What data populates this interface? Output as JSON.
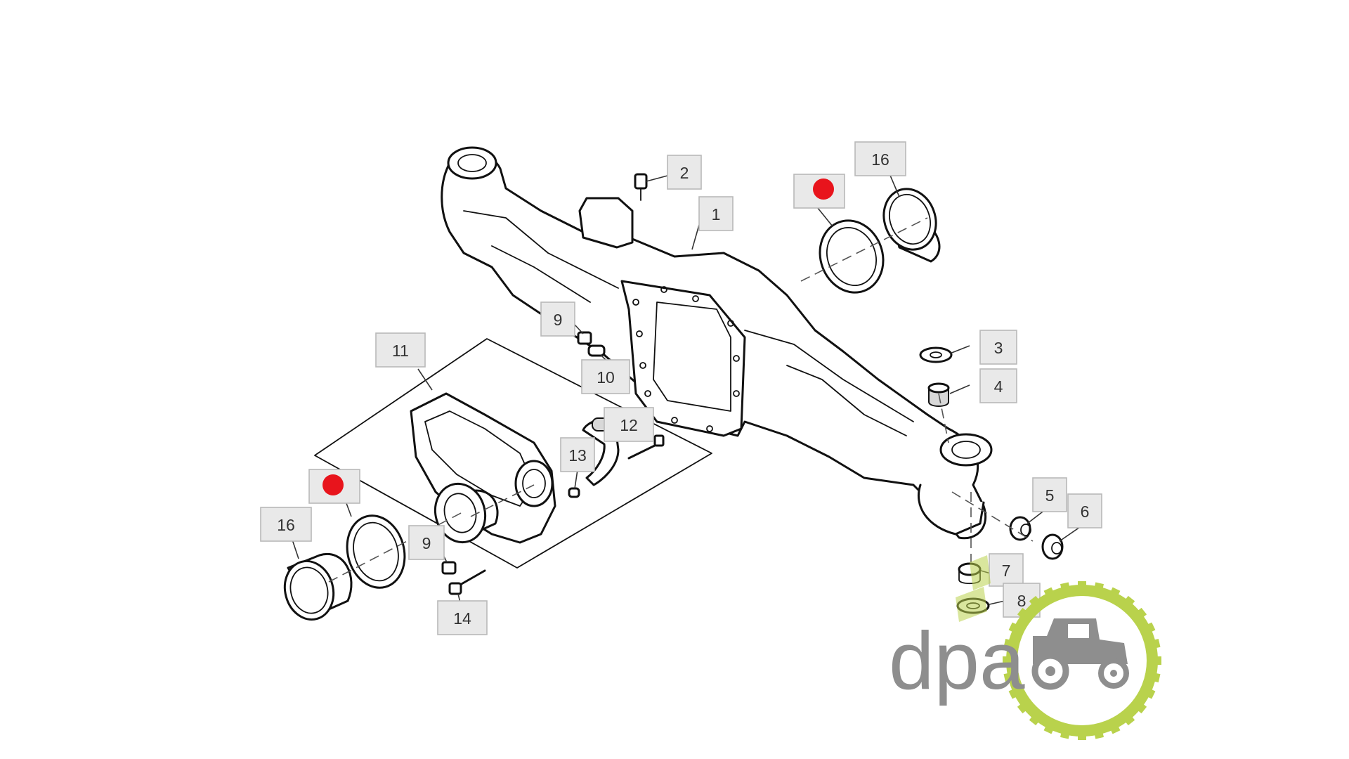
{
  "diagram": {
    "callouts": [
      {
        "id": "c1",
        "label": "1"
      },
      {
        "id": "c2",
        "label": "2"
      },
      {
        "id": "c3",
        "label": "3"
      },
      {
        "id": "c4",
        "label": "4"
      },
      {
        "id": "c5",
        "label": "5"
      },
      {
        "id": "c6",
        "label": "6"
      },
      {
        "id": "c7",
        "label": "7"
      },
      {
        "id": "c8",
        "label": "8"
      },
      {
        "id": "c9a",
        "label": "9"
      },
      {
        "id": "c9b",
        "label": "9"
      },
      {
        "id": "c10",
        "label": "10"
      },
      {
        "id": "c11",
        "label": "11"
      },
      {
        "id": "c12",
        "label": "12"
      },
      {
        "id": "c13",
        "label": "13"
      },
      {
        "id": "c14",
        "label": "14"
      },
      {
        "id": "c16a",
        "label": "16"
      },
      {
        "id": "c16b",
        "label": "16"
      }
    ],
    "highlight_marker_color": "#e8141c"
  },
  "logo": {
    "text": "dpa",
    "text_color": "#8e8e8e",
    "gear_color": "#b9d24c",
    "icon": "tractor-icon"
  }
}
